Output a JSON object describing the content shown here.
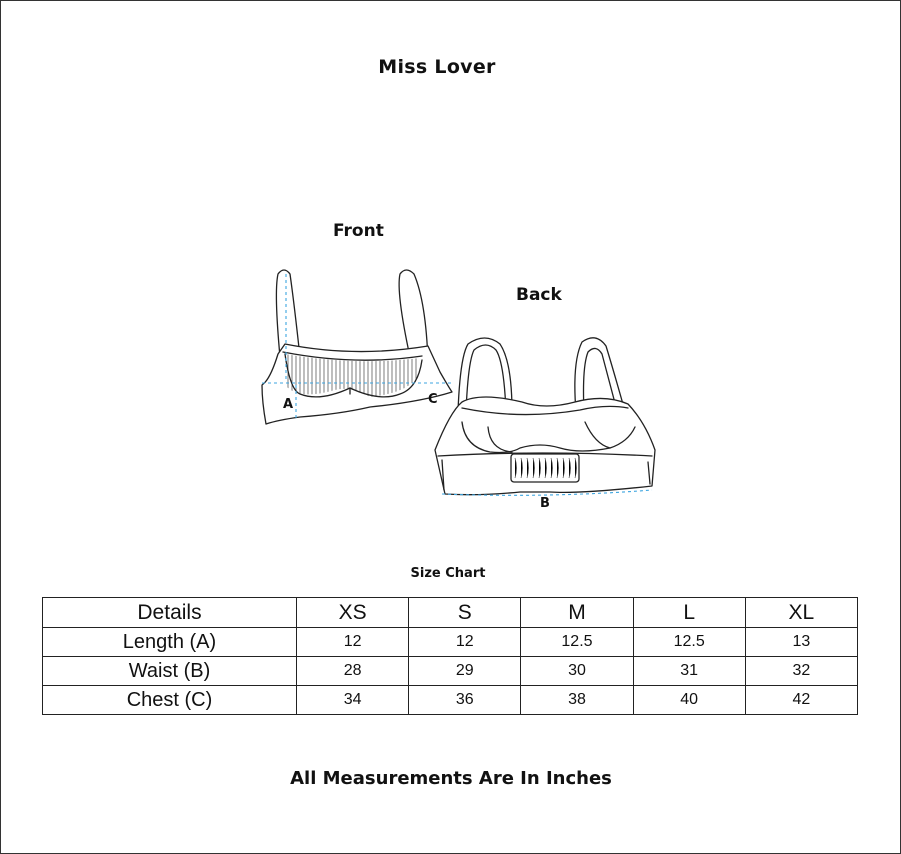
{
  "brand": "Miss Lover",
  "views": {
    "front": "Front",
    "back": "Back"
  },
  "markers": {
    "a": "A",
    "b": "B",
    "c": "C"
  },
  "size_chart": {
    "title": "Size Chart",
    "header": [
      "Details",
      "XS",
      "S",
      "M",
      "L",
      "XL"
    ],
    "rows": [
      [
        "Length (A)",
        "12",
        "12",
        "12.5",
        "12.5",
        "13"
      ],
      [
        "Waist (B)",
        "28",
        "29",
        "30",
        "31",
        "32"
      ],
      [
        "Chest (C)",
        "34",
        "36",
        "38",
        "40",
        "42"
      ]
    ]
  },
  "footnote": "All Measurements Are In Inches",
  "colors": {
    "measure_line": "#3da5e0",
    "outline": "#222222"
  }
}
